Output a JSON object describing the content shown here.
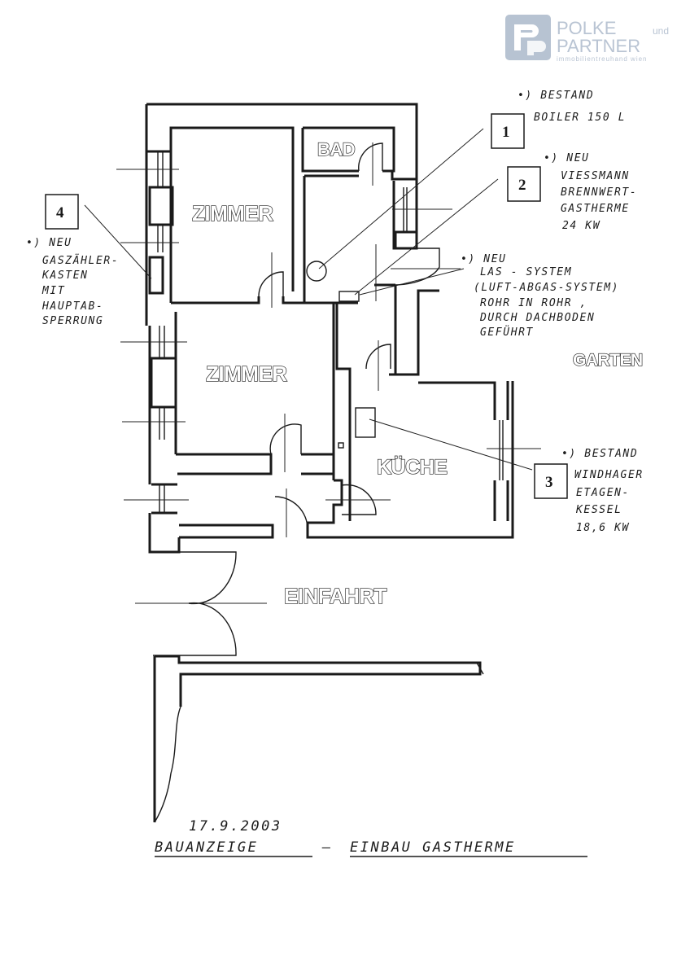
{
  "logo": {
    "line1": "POLKE",
    "und": "und",
    "line2": "PARTNER",
    "tagline": "immobilientreuhand wien",
    "color": "#b7c3d2"
  },
  "rooms": {
    "zimmer_top": "ZIMMER",
    "bad": "BAD",
    "zimmer_mid": "ZIMMER",
    "kueche": "KÜCHE",
    "garten": "GARTEN",
    "einfahrt": "EINFAHRT"
  },
  "callouts": [
    {
      "number": "1",
      "lines": [
        "•) BESTAND",
        "BOILER 150 L"
      ]
    },
    {
      "number": "2",
      "lines": [
        "•) NEU",
        "VIESSMANN",
        "BRENNWERT-",
        "GASTHERME",
        "24 KW"
      ]
    },
    {
      "number": "3",
      "lines": [
        "•) BESTAND",
        "WINDHAGER",
        "ETAGEN-",
        "KESSEL",
        "18,6 KW"
      ]
    },
    {
      "number": "4",
      "lines": [
        "•) NEU",
        "GASZÄHLER-",
        "KASTEN",
        "MIT",
        "HAUPTAB-",
        "SPERRUNG"
      ]
    }
  ],
  "las_note": {
    "lines": [
      "•) NEU",
      "LAS - SYSTEM",
      "(LUFT-ABGAS-SYSTEM)",
      "ROHR IN ROHR ,",
      "DURCH DACHBODEN",
      "GEFÜHRT"
    ]
  },
  "footer": {
    "date": "17.9.2003",
    "title_left": "BAUANZEIGE",
    "separator": "–",
    "title_right": "EINBAU GASTHERME"
  }
}
